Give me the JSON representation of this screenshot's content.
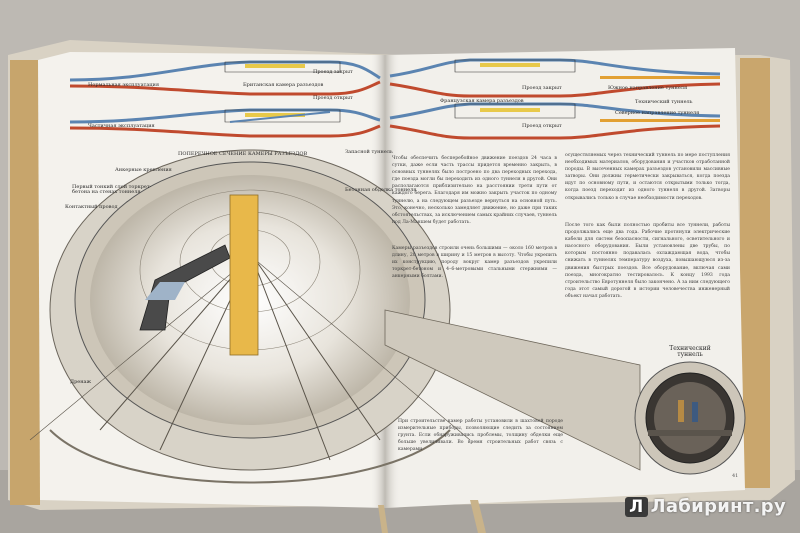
{
  "left_page": {
    "top_diagram_labels": [
      "Нормальная эксплуатация",
      "Британская камера разъездов",
      "Проезд закрыт",
      "Проезд открыт",
      "Частичная эксплуатация"
    ],
    "section_title": "ПОПЕРЕЧНОЕ СЕЧЕНИЕ КАМЕРЫ РАЗЪЕЗДОВ",
    "callouts": [
      "Анкерные крепления",
      "Первый тонкий слой торкрет-бетона на стенах тоннеля",
      "Контактный провод",
      "Бетонная обделка тоннеля",
      "Запасной туннель",
      "Дренаж"
    ]
  },
  "right_page": {
    "top_diagram_labels": [
      "Французская камера разъездов",
      "Проезд закрыт",
      "Проезд открыт",
      "Южное направление туннеля",
      "Технический туннель",
      "Северное направление туннеля"
    ],
    "tunnel_label": "Технический туннель",
    "page_number": "41",
    "column1_top": "Чтобы обеспечить бесперебойное движение поездов 24 часа в сутки, даже если часть трассы придется временно закрыть, в основных туннелях было построено по два переходных перехода, где поезда могли бы переходить из одного туннеля в другой. Они располагаются приблизительно на расстоянии трети пути от каждого берега. Благодаря им можно закрыть участок по одному туннелю, а на следующем разъезде вернуться на основной путь. Это, конечно, несколько замедляет движение, но даже при таких обстоятельствах, за исключением самых крайних случаев, туннель под Ла-Маншем будет работать.",
    "column1_mid": "Камеры разъездов строили очень большими — около 160 метров в длину, 20 метров в ширину и 15 метров в высоту. Чтобы укрепить их конструкцию, породу вокруг камер разъездов укрепили торкрет-бетоном и 4–6-метровыми стальными стержнями — анкерными болтами.",
    "column2_top": "осуществляемых через технический туннель по мере поступления необходимых материалов, оборудования и участков отработанной породы. В высеченных камерах разъездов установили массивные затворы. Они должны герметически закрываться, когда поезда идут по основному пути, и остаются открытыми только тогда, когда поезд переходит из одного туннеля в другой. Затворы открывались только в случае необходимости переходов.",
    "column2_mid": "После того как были полностью пробиты все туннели, работы продолжались еще два года. Рабочие протянули электрические кабели для систем безопасности, сигнального, осветительного и насосного оборудования. Были установлены две трубы, по которым постоянно подавалась охлаждающая вода, чтобы снижать в туннелях температуру воздуха, повышающуюся из-за движения быстрых поездов. Все оборудование, включая сами поезда, многократно тестировалось. К концу 1993 года строительство Евротуннеля было закончено. А за ним следующего года этот самый дорогой в истории человечества инженерный объект начал работать.",
    "column1_bottom": "При строительстве камер работы установили в шахтовой породе измерительные приборы, позволяющие следить за состоянием грунта. Если обнаруживались проблемы, толщину обделки еще больше увеличивали. Во время строительных работ связь с камерами"
  },
  "watermark": "Лабиринт.ру",
  "watermark_badge": "Л",
  "colors": {
    "backdrop": "#b9b6b1",
    "page": "#f3f1ec",
    "mustard": "#c9a46a",
    "tunnel_blue": "#5b84b1",
    "tunnel_red": "#c04a2e",
    "yellow_pillar": "#e8b84a"
  }
}
